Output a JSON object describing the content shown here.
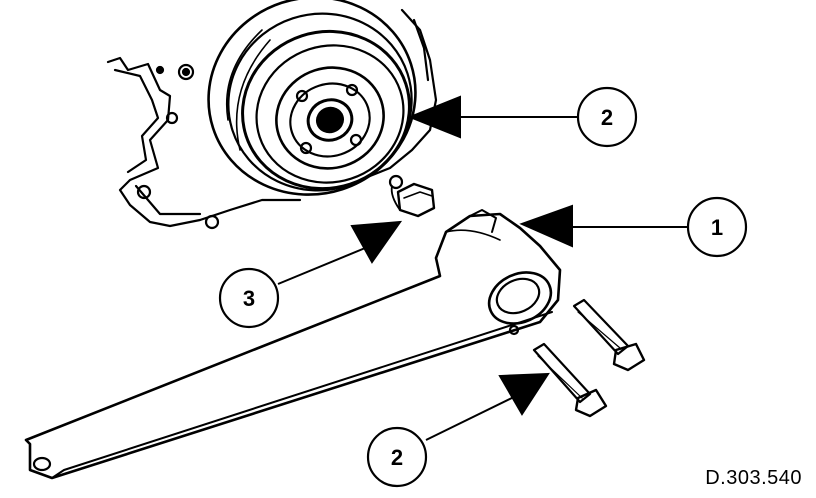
{
  "callouts": [
    {
      "id": "pulley",
      "number": "2"
    },
    {
      "id": "tool",
      "number": "1"
    },
    {
      "id": "nut",
      "number": "3"
    },
    {
      "id": "bolts",
      "number": "2"
    }
  ],
  "reference_code": "D.303.540",
  "colors": {
    "ink": "#000000",
    "paper": "#ffffff"
  }
}
